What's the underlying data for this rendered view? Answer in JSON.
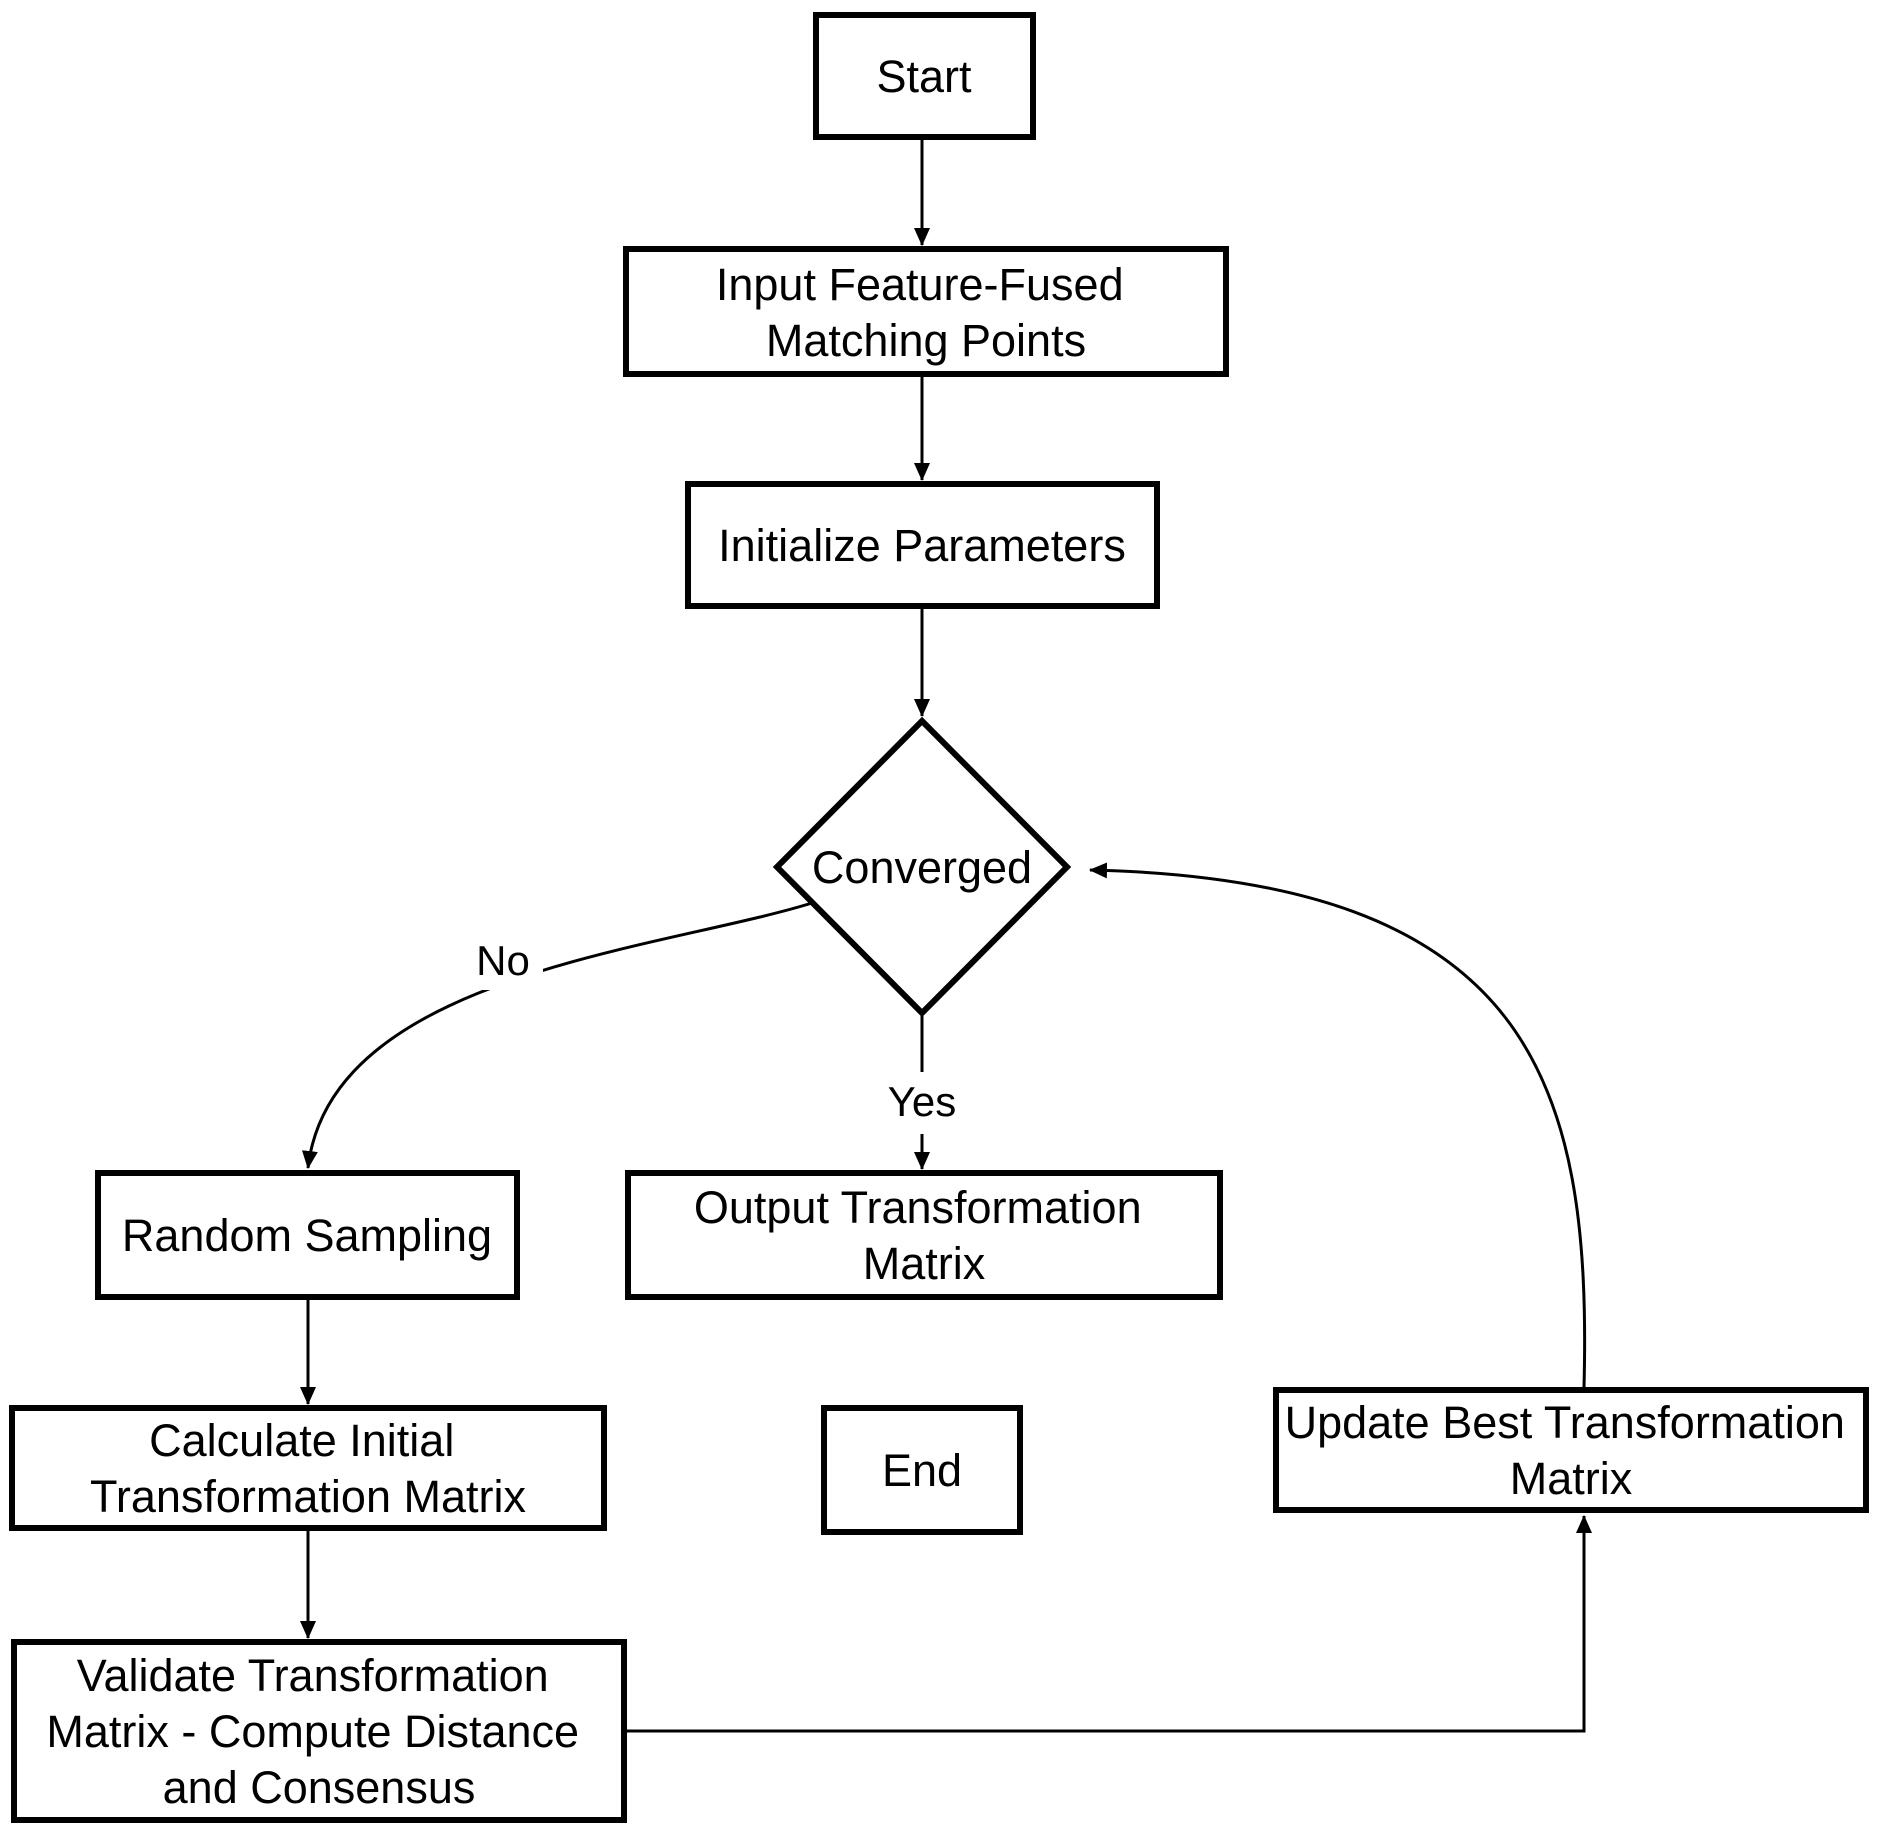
{
  "colors": {
    "stroke": "#000000",
    "fill": "#ffffff",
    "text": "#000000"
  },
  "nodes": {
    "start": {
      "lines": [
        "Start"
      ]
    },
    "input": {
      "lines": [
        "Input Feature-Fused",
        "Matching Points"
      ]
    },
    "initialize": {
      "lines": [
        "Initialize Parameters"
      ]
    },
    "converged": {
      "lines": [
        "Converged"
      ]
    },
    "random_sampling": {
      "lines": [
        "Random Sampling"
      ]
    },
    "output": {
      "lines": [
        "Output Transformation",
        "Matrix"
      ]
    },
    "end": {
      "lines": [
        "End"
      ]
    },
    "calculate": {
      "lines": [
        "Calculate Initial",
        "Transformation Matrix"
      ]
    },
    "validate": {
      "lines": [
        "Validate Transformation",
        "Matrix - Compute Distance",
        "and Consensus"
      ]
    },
    "update": {
      "lines": [
        "Update Best Transformation",
        "Matrix"
      ]
    }
  },
  "edges": {
    "no_label": "No",
    "yes_label": "Yes"
  }
}
